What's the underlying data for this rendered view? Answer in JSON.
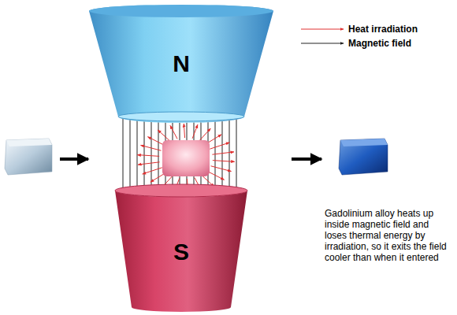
{
  "diagram": {
    "nodes": [
      {
        "text": [
          "N"
        ]
      },
      {
        "text": [
          "S"
        ]
      }
    ],
    "labels": [
      "Gadolinium alloy heats up inside magnetic field and loses thermal energy by irradiation, so it exits the field cooler than when it entered"
    ],
    "legend": [
      {
        "text": "Heat irradiation"
      },
      {
        "text": "Magnetic field"
      }
    ]
  }
}
